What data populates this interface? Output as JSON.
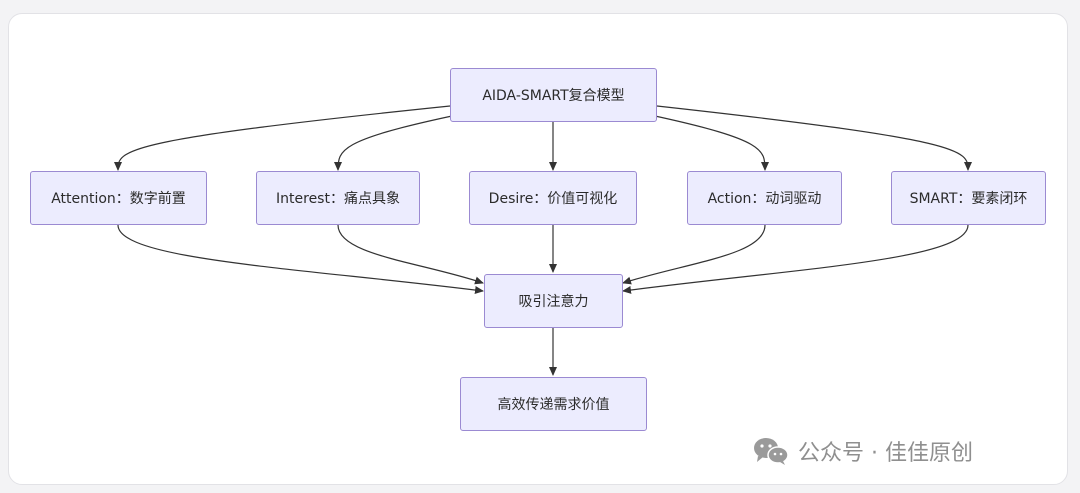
{
  "diagram": {
    "nodes": {
      "root": "AIDA-SMART复合模型",
      "attention": "Attention：数字前置",
      "interest": "Interest：痛点具象",
      "desire": "Desire：价值可视化",
      "action": "Action：动词驱动",
      "smart": "SMART：要素闭环",
      "attract": "吸引注意力",
      "deliver": "高效传递需求价值"
    },
    "edges": [
      [
        "root",
        "attention"
      ],
      [
        "root",
        "interest"
      ],
      [
        "root",
        "desire"
      ],
      [
        "root",
        "action"
      ],
      [
        "root",
        "smart"
      ],
      [
        "attention",
        "attract"
      ],
      [
        "interest",
        "attract"
      ],
      [
        "desire",
        "attract"
      ],
      [
        "action",
        "attract"
      ],
      [
        "smart",
        "attract"
      ],
      [
        "attract",
        "deliver"
      ]
    ],
    "colors": {
      "node_fill": "#ececfe",
      "node_border": "#9b8ad2",
      "edge": "#333333"
    }
  },
  "watermark": {
    "icon": "wechat-icon",
    "text": "公众号 · 佳佳原创"
  }
}
